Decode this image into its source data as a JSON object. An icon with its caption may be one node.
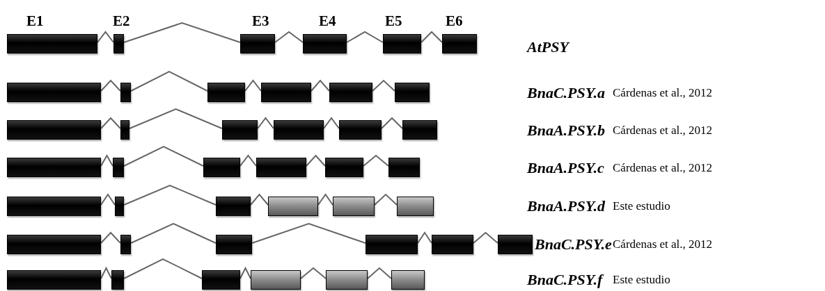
{
  "diagram": {
    "nodes": [
      {
        "text": [],
        "shape": "box"
      },
      {
        "text": [],
        "shape": "box"
      },
      {
        "text": [],
        "shape": "box"
      },
      {
        "text": [],
        "shape": "box"
      },
      {
        "text": [],
        "shape": "box"
      },
      {
        "text": [],
        "shape": "box"
      },
      {
        "text": [],
        "shape": "box"
      },
      {
        "text": [],
        "shape": "box"
      },
      {
        "text": [],
        "shape": "box"
      },
      {
        "text": [],
        "shape": "box"
      },
      {
        "text": [],
        "shape": "box"
      },
      {
        "text": [],
        "shape": "box"
      },
      {
        "text": [],
        "shape": "box"
      },
      {
        "text": [],
        "shape": "box"
      },
      {
        "text": [],
        "shape": "box"
      },
      {
        "text": [],
        "shape": "box"
      },
      {
        "text": [],
        "shape": "box"
      },
      {
        "text": [],
        "shape": "box"
      },
      {
        "text": [],
        "shape": "box"
      },
      {
        "text": [],
        "shape": "box"
      },
      {
        "text": [],
        "shape": "box"
      },
      {
        "text": [],
        "shape": "box"
      },
      {
        "text": [],
        "shape": "box"
      },
      {
        "text": [],
        "shape": "box"
      },
      {
        "text": [],
        "shape": "box"
      },
      {
        "text": [],
        "shape": "box"
      },
      {
        "text": [],
        "shape": "box"
      },
      {
        "text": [],
        "shape": "box"
      },
      {
        "text": [],
        "shape": "box"
      },
      {
        "text": [],
        "shape": "box"
      },
      {
        "text": [],
        "shape": "box"
      },
      {
        "text": [],
        "shape": "box"
      },
      {
        "text": [],
        "shape": "box"
      },
      {
        "text": [],
        "shape": "box"
      },
      {
        "text": [],
        "shape": "box"
      },
      {
        "text": [],
        "shape": "box"
      },
      {
        "text": [],
        "shape": "box"
      },
      {
        "text": [],
        "shape": "box"
      },
      {
        "text": [],
        "shape": "box"
      },
      {
        "text": [],
        "shape": "box"
      },
      {
        "text": [],
        "shape": "box"
      },
      {
        "text": [],
        "shape": "box"
      }
    ],
    "edges": [
      {
        "from": 0,
        "to": 1,
        "arrow": "none"
      },
      {
        "from": 1,
        "to": 2,
        "arrow": "none"
      },
      {
        "from": 2,
        "to": 3,
        "arrow": "none"
      },
      {
        "from": 3,
        "to": 4,
        "arrow": "none"
      },
      {
        "from": 4,
        "to": 5,
        "arrow": "none"
      },
      {
        "from": 6,
        "to": 7,
        "arrow": "none"
      },
      {
        "from": 7,
        "to": 8,
        "arrow": "none"
      },
      {
        "from": 8,
        "to": 9,
        "arrow": "none"
      },
      {
        "from": 9,
        "to": 10,
        "arrow": "none"
      },
      {
        "from": 10,
        "to": 11,
        "arrow": "none"
      },
      {
        "from": 12,
        "to": 13,
        "arrow": "none"
      },
      {
        "from": 13,
        "to": 14,
        "arrow": "none"
      },
      {
        "from": 14,
        "to": 15,
        "arrow": "none"
      },
      {
        "from": 15,
        "to": 16,
        "arrow": "none"
      },
      {
        "from": 16,
        "to": 17,
        "arrow": "none"
      },
      {
        "from": 18,
        "to": 19,
        "arrow": "none"
      },
      {
        "from": 19,
        "to": 20,
        "arrow": "none"
      },
      {
        "from": 20,
        "to": 21,
        "arrow": "none"
      },
      {
        "from": 21,
        "to": 22,
        "arrow": "none"
      },
      {
        "from": 22,
        "to": 23,
        "arrow": "none"
      },
      {
        "from": 24,
        "to": 25,
        "arrow": "none"
      },
      {
        "from": 25,
        "to": 26,
        "arrow": "none"
      },
      {
        "from": 26,
        "to": 27,
        "arrow": "none"
      },
      {
        "from": 27,
        "to": 28,
        "arrow": "none"
      },
      {
        "from": 28,
        "to": 29,
        "arrow": "none"
      },
      {
        "from": 30,
        "to": 31,
        "arrow": "none"
      },
      {
        "from": 31,
        "to": 32,
        "arrow": "none"
      },
      {
        "from": 32,
        "to": 33,
        "arrow": "none"
      },
      {
        "from": 33,
        "to": 34,
        "arrow": "none"
      },
      {
        "from": 34,
        "to": 35,
        "arrow": "none"
      },
      {
        "from": 36,
        "to": 37,
        "arrow": "none"
      },
      {
        "from": 37,
        "to": 38,
        "arrow": "none"
      },
      {
        "from": 38,
        "to": 39,
        "arrow": "none"
      },
      {
        "from": 39,
        "to": 40,
        "arrow": "none"
      },
      {
        "from": 40,
        "to": 41,
        "arrow": "none"
      }
    ],
    "labels": [
      "E1",
      "E2",
      "E3",
      "E4",
      "E5",
      "E6",
      "AtPSY",
      "BnaC.PSY.a",
      "Cárdenas et al., 2012",
      "BnaA.PSY.b",
      "Cárdenas et al., 2012",
      "BnaA.PSY.c",
      "Cárdenas et al., 2012",
      "BnaA.PSY.d",
      "Este estudio",
      "BnaC.PSY.e",
      "Cárdenas et al., 2012",
      "BnaC.PSY.f",
      "Este estudio"
    ]
  }
}
